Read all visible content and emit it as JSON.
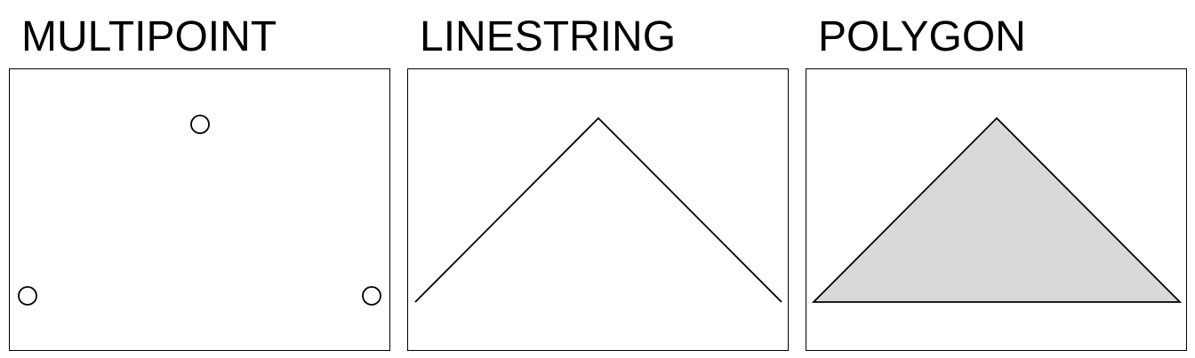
{
  "panels": [
    {
      "title": "MULTIPOINT",
      "geometry": "multipoint"
    },
    {
      "title": "LINESTRING",
      "geometry": "linestring"
    },
    {
      "title": "POLYGON",
      "geometry": "polygon"
    }
  ],
  "colors": {
    "stroke": "#000000",
    "polygon_fill": "#d9d9d9",
    "background": "#ffffff"
  }
}
